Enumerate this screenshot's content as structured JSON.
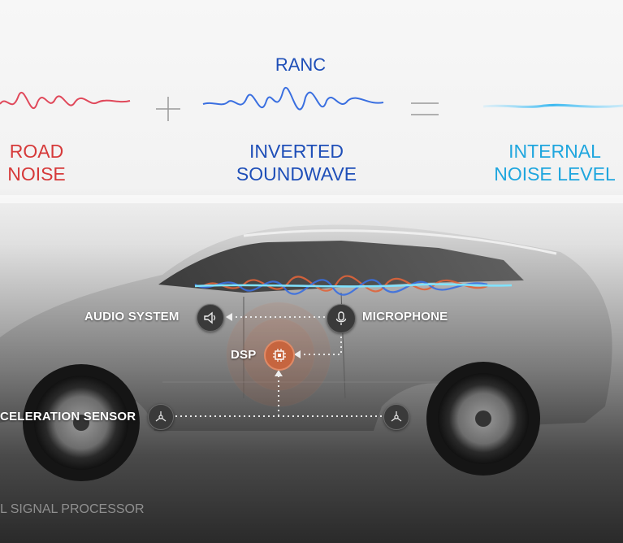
{
  "top": {
    "ranc": "RANC",
    "road_noise": [
      "ROAD",
      "NOISE"
    ],
    "inverted": [
      "INVERTED",
      "SOUNDWAVE"
    ],
    "internal": [
      "INTERNAL",
      "NOISE LEVEL"
    ],
    "plus": "+",
    "equals": "="
  },
  "components": {
    "audio_system": "AUDIO SYSTEM",
    "microphone": "MICROPHONE",
    "dsp": "DSP",
    "acceleration_sensor": "CELERATION SENSOR"
  },
  "footnote": "L SIGNAL PROCESSOR",
  "colors": {
    "road_noise": "#d63a3a",
    "inverted": "#1f4fb8",
    "internal": "#1fa6de",
    "dsp_node": "#c6653f"
  },
  "icons": [
    "speaker-icon",
    "microphone-icon",
    "chip-icon",
    "sensor-icon"
  ]
}
